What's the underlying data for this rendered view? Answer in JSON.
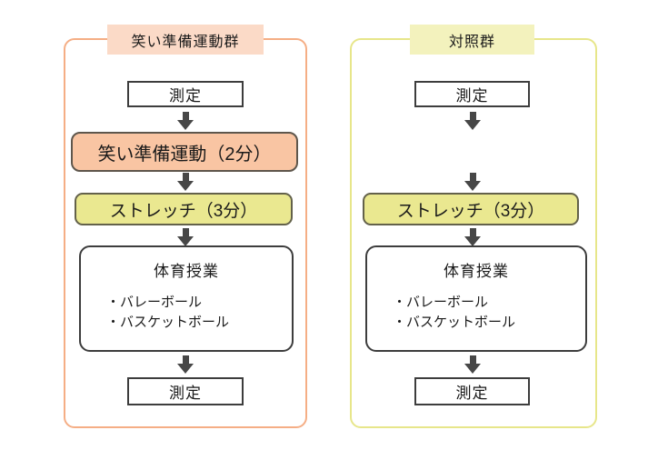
{
  "colors": {
    "canvas_bg": "#ffffff",
    "experimental_border": "#f5ae85",
    "experimental_header_bg": "#fbdac7",
    "control_border": "#e7e68a",
    "control_header_bg": "#f3f2bd",
    "warmup_fill": "#f9c5a3",
    "warmup_stroke": "#5e564c",
    "stretch_fill": "#eae890",
    "stretch_stroke": "#63614a",
    "plain_box_stroke": "#3d3d3d",
    "arrow": "#474747",
    "text": "#1a1a1a"
  },
  "experimental_group": {
    "title": "笑い準備運動群",
    "measure_top": "測定",
    "warmup": "笑い準備運動（2分）",
    "stretch": "ストレッチ（3分）",
    "pe_title": "体育授業",
    "pe_items": [
      "・バレーボール",
      "・バスケットボール"
    ],
    "measure_bottom": "測定"
  },
  "control_group": {
    "title": "対照群",
    "measure_top": "測定",
    "stretch": "ストレッチ（3分）",
    "pe_title": "体育授業",
    "pe_items": [
      "・バレーボール",
      "・バスケットボール"
    ],
    "measure_bottom": "測定"
  }
}
